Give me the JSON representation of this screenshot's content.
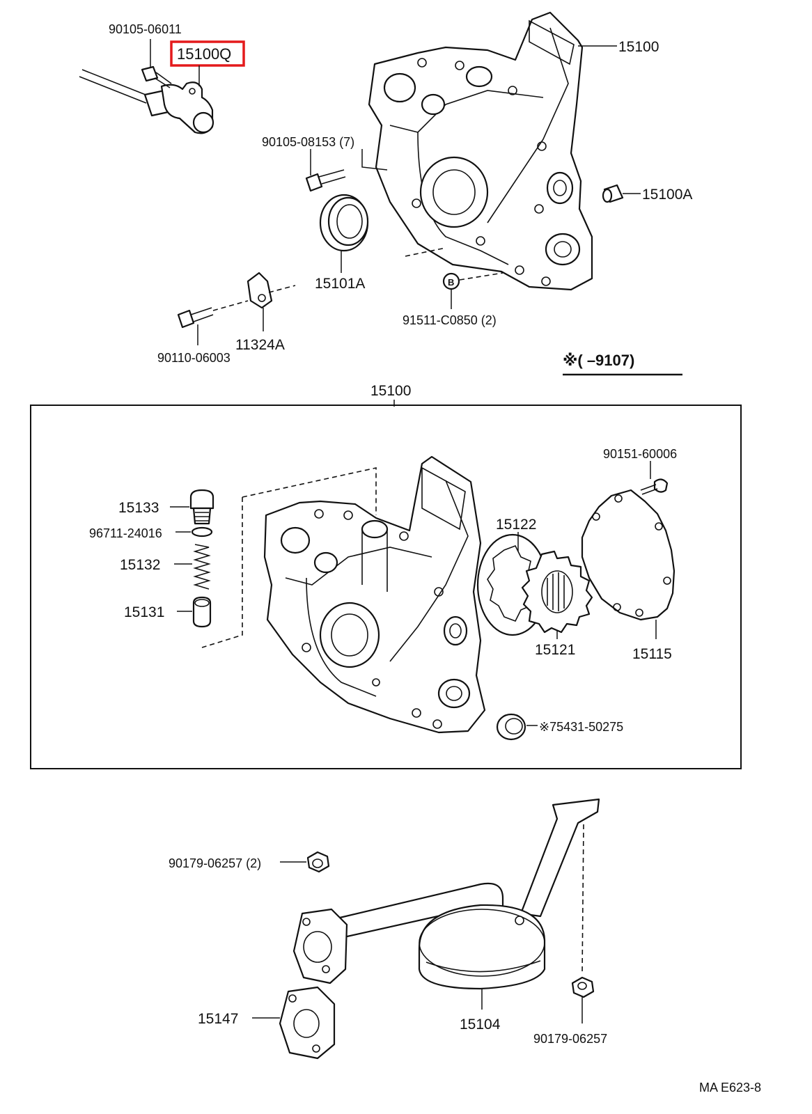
{
  "diagram": {
    "highlight_color": "#e41a1c",
    "line_color": "#111111",
    "labels": {
      "bolt_top_sensor": "90105-06011",
      "sensor": "15100Q",
      "pump_top": "15100",
      "bolt_7": "90105-08153 (7)",
      "pin": "15100A",
      "oil_seal": "15101A",
      "plug_b": "91511-C0850 (2)",
      "bracket": "11324A",
      "bolt_bracket": "90110-06003",
      "note_range": "※(      –9107)",
      "pump_assembly": "15100",
      "relief_plug": "15133",
      "gasket_small": "96711-24016",
      "spring": "15132",
      "relief_valve": "15131",
      "screw": "90151-60006",
      "driven_rotor": "15122",
      "drive_rotor": "15121",
      "cover": "15115",
      "seal_small": "※75431-50275",
      "nut_2": "90179-06257 (2)",
      "strainer_gasket": "15147",
      "strainer": "15104",
      "nut_bottom": "90179-06257",
      "code": "MA  E623-8"
    },
    "badges": {
      "plug_letter": "B"
    }
  }
}
